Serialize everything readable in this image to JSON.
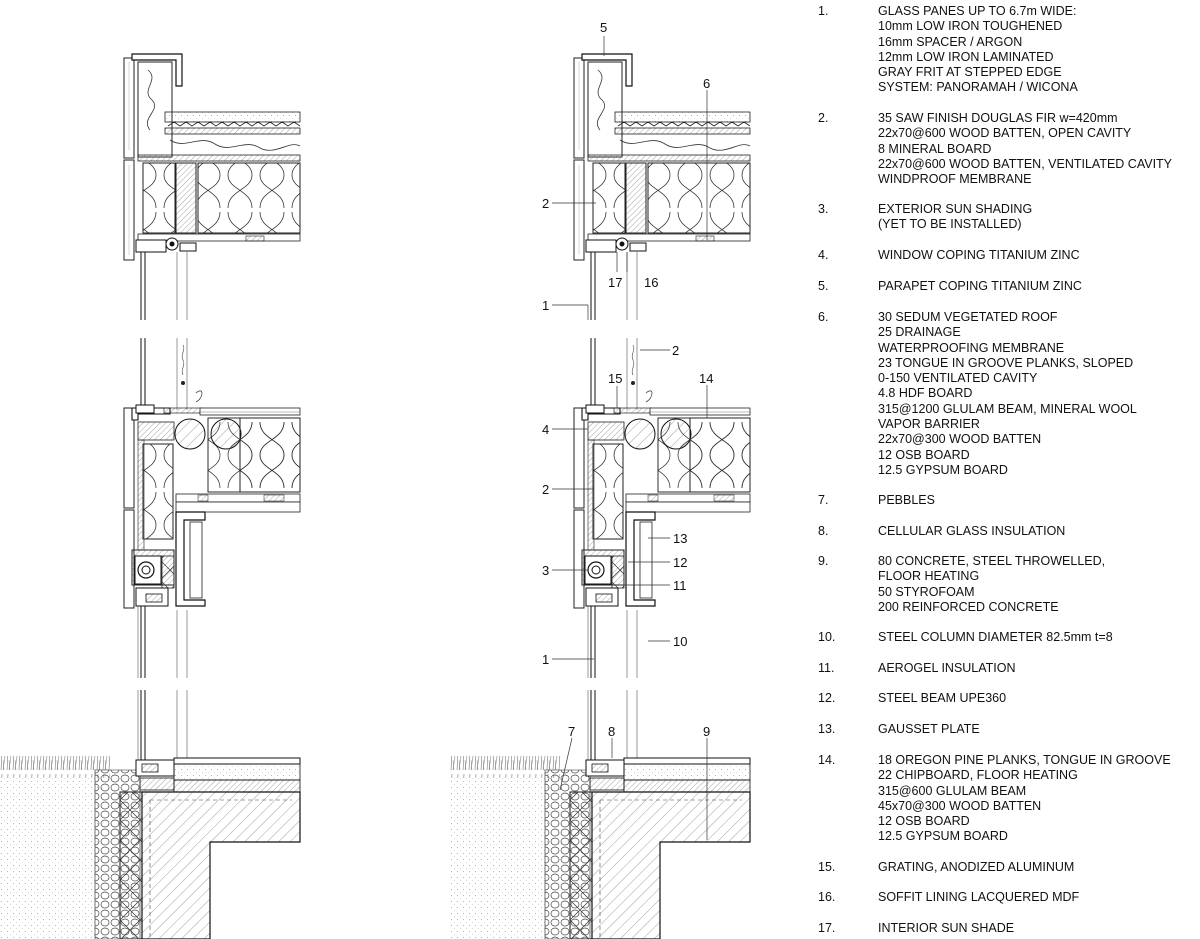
{
  "callouts": {
    "left_detail": [
      "5",
      "6",
      "2",
      "1",
      "17",
      "16",
      "2",
      "15",
      "14",
      "4",
      "2",
      "13",
      "12",
      "3",
      "11",
      "10",
      "1",
      "7",
      "8",
      "9"
    ]
  },
  "legend": [
    {
      "num": "1.",
      "lines": [
        "GLASS PANES UP TO 6.7m WIDE:",
        "10mm LOW IRON TOUGHENED",
        "16mm SPACER / ARGON",
        "12mm LOW IRON LAMINATED",
        "GRAY FRIT AT STEPPED EDGE",
        "SYSTEM: PANORAMAH / WICONA"
      ]
    },
    {
      "num": "2.",
      "lines": [
        "35 SAW FINISH DOUGLAS FIR w=420mm",
        "22x70@600 WOOD BATTEN, OPEN CAVITY",
        "8 MINERAL BOARD",
        "22x70@600 WOOD BATTEN, VENTILATED CAVITY",
        "WINDPROOF MEMBRANE"
      ]
    },
    {
      "num": "3.",
      "lines": [
        "EXTERIOR SUN SHADING",
        "(YET TO BE INSTALLED)"
      ]
    },
    {
      "num": "4.",
      "lines": [
        "WINDOW COPING TITANIUM ZINC"
      ]
    },
    {
      "num": "5.",
      "lines": [
        "PARAPET COPING TITANIUM ZINC"
      ]
    },
    {
      "num": "6.",
      "lines": [
        "30 SEDUM VEGETATED ROOF",
        "25 DRAINAGE",
        "WATERPROOFING MEMBRANE",
        "23 TONGUE IN GROOVE PLANKS, SLOPED",
        "0-150 VENTILATED CAVITY",
        "4.8 HDF BOARD",
        "315@1200 GLULAM BEAM, MINERAL WOOL",
        "VAPOR BARRIER",
        "22x70@300 WOOD BATTEN",
        "12 OSB BOARD",
        "12.5 GYPSUM BOARD"
      ]
    },
    {
      "num": "7.",
      "lines": [
        "PEBBLES"
      ]
    },
    {
      "num": "8.",
      "lines": [
        "CELLULAR GLASS INSULATION"
      ]
    },
    {
      "num": "9.",
      "lines": [
        "80 CONCRETE, STEEL THROWELLED,",
        "FLOOR HEATING",
        "50 STYROFOAM",
        "200 REINFORCED CONCRETE"
      ]
    },
    {
      "num": "10.",
      "lines": [
        "STEEL COLUMN DIAMETER 82.5mm t=8"
      ]
    },
    {
      "num": "11.",
      "lines": [
        "AEROGEL INSULATION"
      ]
    },
    {
      "num": "12.",
      "lines": [
        "STEEL BEAM UPE360"
      ]
    },
    {
      "num": "13.",
      "lines": [
        "GAUSSET PLATE"
      ]
    },
    {
      "num": "14.",
      "lines": [
        "18 OREGON PINE PLANKS, TONGUE IN GROOVE",
        "22 CHIPBOARD, FLOOR HEATING",
        "315@600 GLULAM BEAM",
        "45x70@300 WOOD BATTEN",
        "12 OSB BOARD",
        "12.5 GYPSUM BOARD"
      ]
    },
    {
      "num": "15.",
      "lines": [
        "GRATING, ANODIZED ALUMINUM"
      ]
    },
    {
      "num": "16.",
      "lines": [
        "SOFFIT LINING LACQUERED MDF"
      ]
    },
    {
      "num": "17.",
      "lines": [
        "INTERIOR SUN SHADE"
      ]
    }
  ]
}
